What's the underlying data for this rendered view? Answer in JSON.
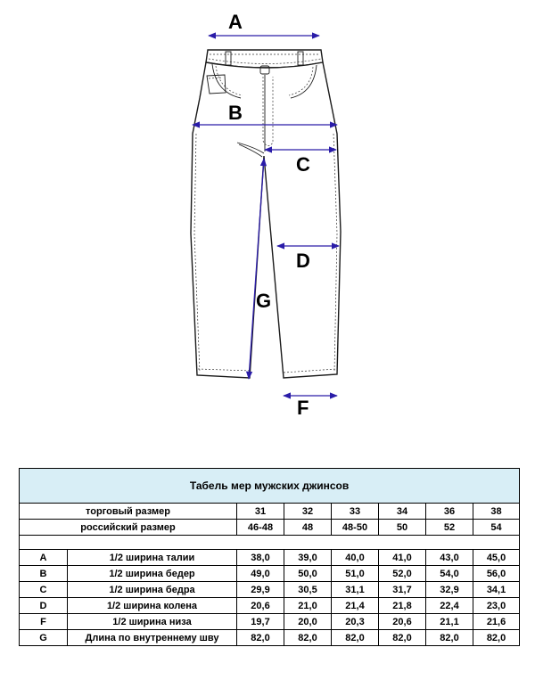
{
  "diagram": {
    "labels": {
      "a": "A",
      "b": "B",
      "c": "C",
      "d": "D",
      "f": "F",
      "g": "G"
    }
  },
  "table": {
    "title": "Табель мер мужских джинсов",
    "trade_size_label": "торговый размер",
    "russian_size_label": "российский размер",
    "trade_sizes": [
      "31",
      "32",
      "33",
      "34",
      "36",
      "38"
    ],
    "russian_sizes": [
      "46-48",
      "48",
      "48-50",
      "50",
      "52",
      "54"
    ],
    "rows": [
      {
        "code": "A",
        "name": "1/2 ширина талии",
        "values": [
          "38,0",
          "39,0",
          "40,0",
          "41,0",
          "43,0",
          "45,0"
        ]
      },
      {
        "code": "B",
        "name": "1/2 ширина бедер",
        "values": [
          "49,0",
          "50,0",
          "51,0",
          "52,0",
          "54,0",
          "56,0"
        ]
      },
      {
        "code": "C",
        "name": "1/2 ширина бедра",
        "values": [
          "29,9",
          "30,5",
          "31,1",
          "31,7",
          "32,9",
          "34,1"
        ]
      },
      {
        "code": "D",
        "name": "1/2 ширина колена",
        "values": [
          "20,6",
          "21,0",
          "21,4",
          "21,8",
          "22,4",
          "23,0"
        ]
      },
      {
        "code": "F",
        "name": "1/2 ширина низа",
        "values": [
          "19,7",
          "20,0",
          "20,3",
          "20,6",
          "21,1",
          "21,6"
        ]
      },
      {
        "code": "G",
        "name": "Длина по внутреннему шву",
        "values": [
          "82,0",
          "82,0",
          "82,0",
          "82,0",
          "82,0",
          "82,0"
        ]
      }
    ]
  },
  "colors": {
    "header_bg": "#d8eef6",
    "measure_line": "#2a1ca8"
  }
}
